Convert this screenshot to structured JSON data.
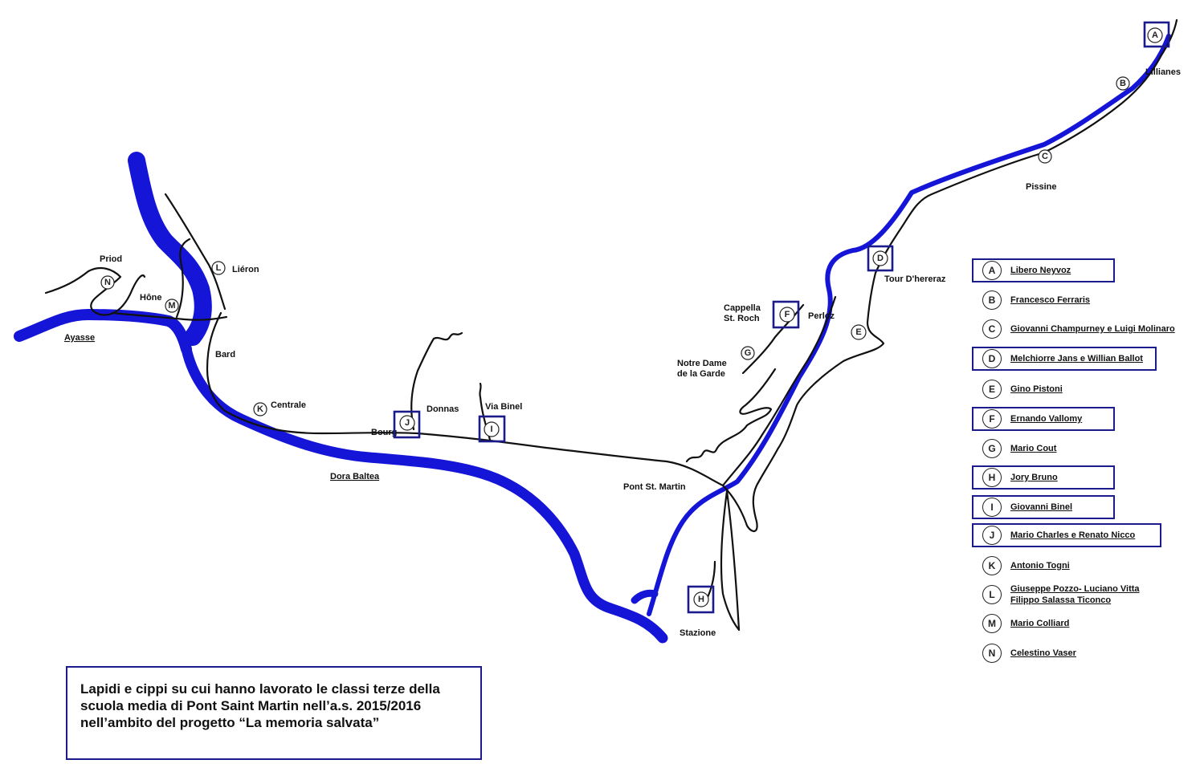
{
  "colors": {
    "river": "#1515d8",
    "frame": "#1b1b8c",
    "road": "#111111"
  },
  "places": {
    "priod": "Priod",
    "hone": "Hône",
    "ayasse": "Ayasse",
    "leron": "Liéron",
    "bard": "Bard",
    "centrale": "Centrale",
    "bourg": "Bourg",
    "donnas": "Donnas",
    "via_binel": "Via Binel",
    "dora_baltea": "Dora Baltea",
    "pont_st_martin": "Pont St. Martin",
    "stazione": "Stazione",
    "notre_dame_1": "Notre Dame",
    "notre_dame_2": "de la Garde",
    "cappella_1": "Cappella",
    "cappella_2": "St. Roch",
    "perloz": "Perloz",
    "tour": "Tour D'hereraz",
    "pissine": "Pissine",
    "lillianes": "Lillianes"
  },
  "markers": {
    "A": "A",
    "B": "B",
    "C": "C",
    "D": "D",
    "E": "E",
    "F": "F",
    "G": "G",
    "H": "H",
    "I": "I",
    "J": "J",
    "K": "K",
    "L": "L",
    "M": "M",
    "N": "N"
  },
  "legend": [
    {
      "letter": "A",
      "name": "Libero  Neyvoz",
      "framed": true
    },
    {
      "letter": "B",
      "name": "Francesco Ferraris",
      "framed": false
    },
    {
      "letter": "C",
      "name": "Giovanni Champurney e Luigi Molinaro",
      "framed": false
    },
    {
      "letter": "D",
      "name": "Melchiorre Jans e Willian Ballot",
      "framed": true
    },
    {
      "letter": "E",
      "name": "Gino Pistoni",
      "framed": false
    },
    {
      "letter": "F",
      "name": "Ernando Vallomy",
      "framed": true
    },
    {
      "letter": "G",
      "name": "Mario Cout",
      "framed": false
    },
    {
      "letter": "H",
      "name": "Jory Bruno",
      "framed": true
    },
    {
      "letter": "I",
      "name": "Giovanni Binel",
      "framed": true
    },
    {
      "letter": "J",
      "name": "Mario Charles e Renato Nicco",
      "framed": true
    },
    {
      "letter": "K",
      "name": "Antonio Togni",
      "framed": false
    },
    {
      "letter": "L",
      "name": "Giuseppe Pozzo- Luciano Vitta",
      "name2": "Filippo Salassa Ticonco",
      "framed": false
    },
    {
      "letter": "M",
      "name": "Mario Colliard",
      "framed": false
    },
    {
      "letter": "N",
      "name": "Celestino Vaser",
      "framed": false
    }
  ],
  "caption": {
    "line1": "Lapidi e cippi su cui hanno lavorato le classi terze della",
    "line2": "scuola media di Pont Saint Martin nell’a.s. 2015/2016",
    "line3": "nell’ambito del progetto “La memoria salvata”"
  }
}
